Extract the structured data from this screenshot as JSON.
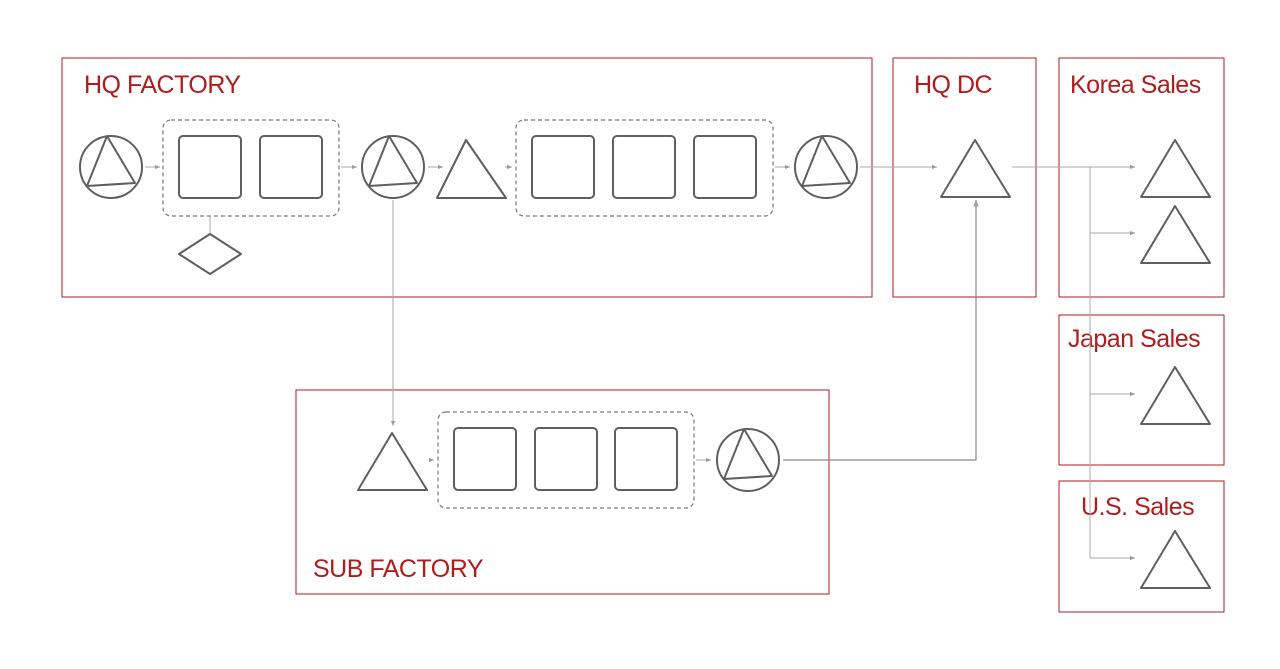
{
  "regions": {
    "hq_factory": "HQ FACTORY",
    "hq_dc": "HQ DC",
    "korea_sales": "Korea Sales",
    "japan_sales": "Japan Sales",
    "us_sales": "U.S. Sales",
    "sub_factory": "SUB FACTORY"
  },
  "colors": {
    "region_accent": "#b01c1c",
    "node_stroke": "#5f5f5f",
    "connector": "#a9a9a9"
  },
  "node_types": [
    "circle-triangle-node",
    "triangle-node",
    "square-node",
    "diamond-node"
  ]
}
